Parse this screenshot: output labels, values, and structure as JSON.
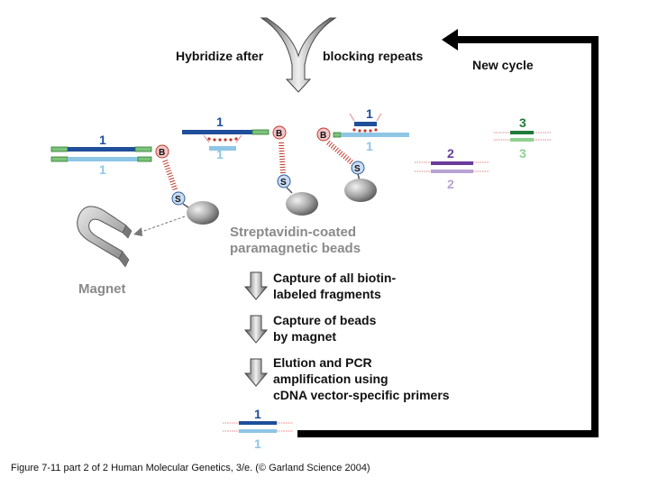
{
  "labels": {
    "hybridize_after": "Hybridize after",
    "blocking_repeats": "blocking repeats",
    "new_cycle": "New cycle",
    "beads_line1": "Streptavidin-coated",
    "beads_line2": "paramagnetic beads",
    "magnet": "Magnet",
    "step1_line1": "Capture of all biotin-",
    "step1_line2": "labeled fragments",
    "step2_line1": "Capture of beads",
    "step2_line2": "by magnet",
    "step3_line1": "Elution and PCR",
    "step3_line2": "amplification using",
    "step3_line3": "cDNA vector-specific primers",
    "biotin": "B",
    "streptavidin": "S",
    "one": "1",
    "two": "2",
    "three": "3"
  },
  "caption": "Figure 7-11 part 2 of 2  Human Molecular Genetics, 3/e.  (© Garland Science 2004)",
  "colors": {
    "strand_1_dark": "#1f4e9a",
    "strand_1_light": "#8ec6e6",
    "strand_2_dark": "#6a3d9a",
    "strand_2_light": "#b7a3d4",
    "strand_3_dark": "#1f7a3a",
    "strand_3_light": "#8fd08f",
    "vector_arm": "#e08a8a",
    "biotin_fill": "#f3c7c9",
    "biotin_stroke": "#c0392b",
    "strep_fill": "#c9dcf2",
    "strep_stroke": "#2f5d9a",
    "arrow": "#000000"
  },
  "icons": {
    "bead": "sphere-icon",
    "magnet": "horseshoe-magnet-icon",
    "step_arrow": "down-arrow-icon"
  }
}
